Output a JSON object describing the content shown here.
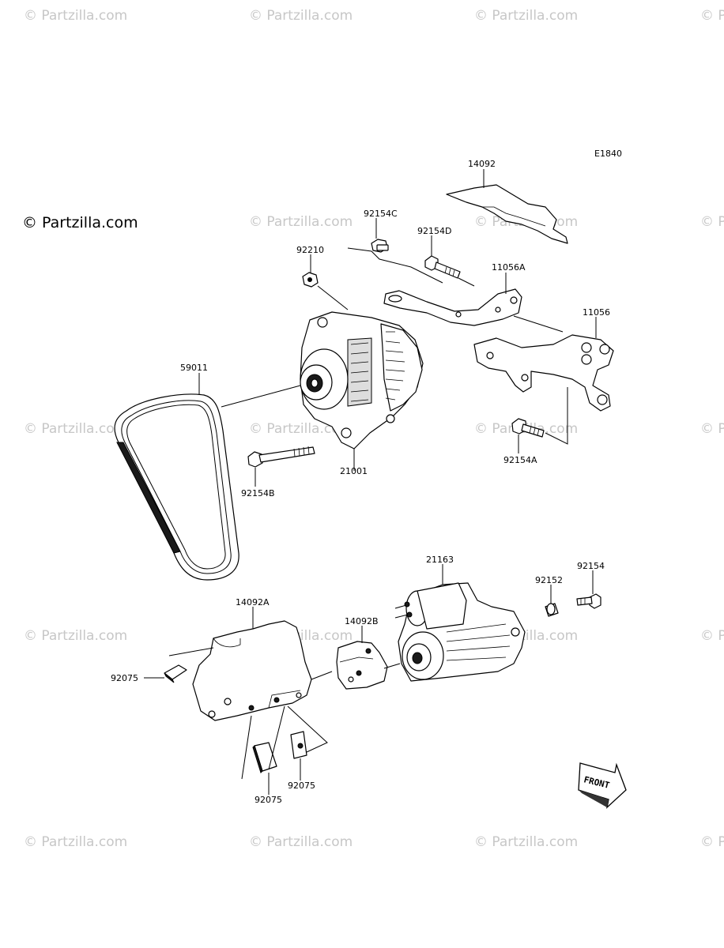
{
  "diagram_code": "E1840",
  "copyright": "© Partzilla.com",
  "watermark_text": "© Partzilla.com",
  "front_label": "FRONT",
  "parts": {
    "cover_top": "14092",
    "bolt_c": "92154C",
    "bolt_d": "92154D",
    "nut": "92210",
    "bracket_a": "11056A",
    "bracket": "11056",
    "belt": "59011",
    "bolt_a": "92154A",
    "alternator": "21001",
    "bolt_b": "92154B",
    "starter": "21163",
    "collar": "92152",
    "bolt": "92154",
    "cover_starter": "14092A",
    "cover_b": "14092B",
    "pad_left": "92075",
    "pad_bottom": "92075",
    "pad_right": "92075"
  }
}
